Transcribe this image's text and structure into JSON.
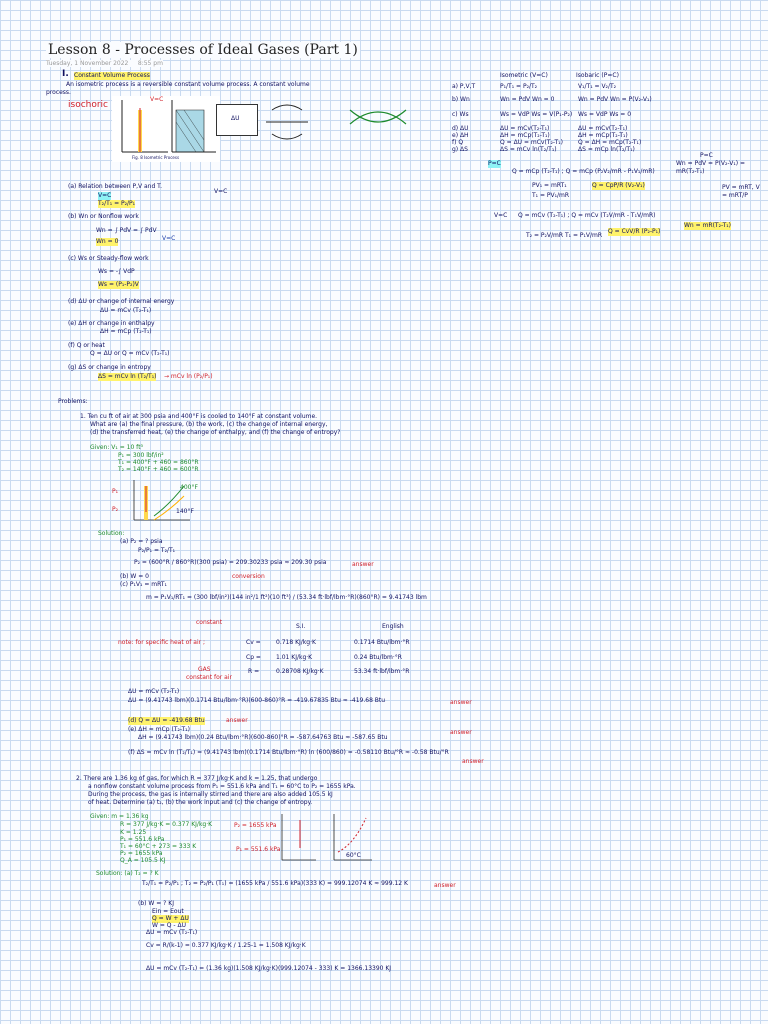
{
  "header": {
    "title": "Lesson 8 - Processes of Ideal Gases (Part 1)",
    "date": "Tuesday, 1 November 2022",
    "time": "8:55 pm"
  },
  "section": {
    "numeral": "I.",
    "heading": "Constant Volume Process",
    "intro1": "An isometric process is a reversible constant volume process. A constant volume",
    "intro2": "process.",
    "isochoric_label": "isochoric",
    "fig_caption": "Fig. 8 Isometric Process",
    "v_c": "V=C"
  },
  "relations": {
    "a_label": "(a) Relation between P,V and T.",
    "a_vc": "V=C",
    "a_vc2": "V=C",
    "a_eq": "T₂/T₁ = P₂/P₁",
    "b_label": "(b) Wn or Nonflow work",
    "b_eq": "Wn = ∫ PdV = ∫ PdV",
    "b_vc": "V=C",
    "b_res": "Wn = 0",
    "c_label": "(c) Ws or Steady-flow work",
    "c_eq": "Ws = -∫ VdP",
    "c_res": "Ws = (P₁-P₂)V",
    "d_label": "(d) ΔU or change of internal energy",
    "d_eq": "ΔU = mCv (T₂-T₁)",
    "e_label": "(e) ΔH or change in enthalpy",
    "e_eq": "ΔH = mCp (T₂-T₁)",
    "f_label": "(f) Q or heat",
    "f_eq": "Q = ΔU or Q = mCv (T₂-T₁)",
    "g_label": "(g) ΔS or change in entropy",
    "g_eq": "ΔS = mCv ln (T₂/T₁)",
    "g_alt": "→ mCv ln (P₂/P₁)"
  },
  "comparison": {
    "col1": "Isometric (V=C)",
    "col2": "Isobaric (P=C)",
    "rows": [
      {
        "label": "a) P,V,T",
        "iso": "P₁/T₁ = P₂/T₂",
        "isob": "V₁/T₁ = V₂/T₂"
      },
      {
        "label": "b) Wn",
        "iso": "Wn = PdV  Wn = 0",
        "isob": "Wn = PdV  Wn = P(V₂-V₁)"
      },
      {
        "label": "c) Ws",
        "iso": "Ws = VdP  Ws = V(P₁-P₂)",
        "isob": "Ws = VdP  Ws = 0"
      },
      {
        "label": "d) ΔU",
        "iso": "ΔU = mCv(T₂-T₁)",
        "isob": "ΔU = mCv(T₂-T₁)"
      },
      {
        "label": "e) ΔH",
        "iso": "ΔH = mCp(T₂-T₁)",
        "isob": "ΔH = mCp(T₂-T₁)"
      },
      {
        "label": "f) Q",
        "iso": "Q = ΔU = mCv(T₂-T₁)",
        "isob": "Q = ΔH = mCp(T₂-T₁)"
      },
      {
        "label": "g) ΔS",
        "iso": "ΔS = mCv ln(T₂/T₁)",
        "isob": "ΔS = mCp ln(T₂/T₁)"
      }
    ],
    "pc": "P=C",
    "pc2": "P=C",
    "q_eq": "Q = mCp (T₂-T₁) ; Q = mCp (P₂V₂/mR - P₁V₁/mR)",
    "pv": "PV₁ = mRT₁",
    "t_eq": "T₁ = PV₁/mR",
    "q_res": "Q = CpP/R (V₂-V₁)",
    "vc": "V=C",
    "q2_eq": "Q = mCv (T₂-T₁) ; Q = mCv (T₂V/mR - T₁V/mR)",
    "q2_res": "Q = CvV/R (P₂-P₁)",
    "t_vals": "T₂ = P₂V/mR   T₁ = P₁V/mR",
    "wn_eq": "Wn = PdV = P(V₂-V₁) = mR(T₂-T₁)",
    "wn_res": "Wn = mR(T₂-T₁)",
    "side_eq": "PV = mRT,  V = mRT/P"
  },
  "problems": {
    "heading": "Problems:",
    "p1": {
      "line1": "1. Ten cu ft of air at 300 psia and 400°F is cooled to 140°F at constant volume.",
      "line2": "What are (a) the final pressure, (b) the work, (c) the change of internal energy,",
      "line3": "(d) the transferred heat, (e) the change of enthalpy, and (f) the change of entropy?",
      "given": "Given: V₁ = 10 ft³",
      "g2": "P₁ = 300 lbf/in²",
      "g3": "T₁ = 400°F + 460 = 860°R",
      "g4": "T₂ = 140°F + 460 = 600°R",
      "p1_label": "P₁",
      "p2_label": "P₂",
      "t1_label": "400°F",
      "t2_label": "140°F",
      "solution": "Solution:",
      "sa": "(a) P₂ = ? psia",
      "sa2": "P₂/P₁ = T₂/T₁",
      "sa3": "P₂ = (600°R / 860°R)(300 psia) = 209.30233 psia ≈ 209.30 psia",
      "answer": "answer",
      "sb": "(b) W = 0",
      "sc": "(c) P₁V₁ = mRT₁",
      "conversion": "conversion",
      "sc2": "m = P₁V₁/RT₁ = (300 lbf/in²)(144 in²/1 ft²)(10 ft³) / (53.34 ft·lbf/lbm·°R)(860°R) = 9.41743 lbm",
      "constant": "constant",
      "si": "S.I.",
      "english": "English",
      "note": "note: for specific heat of air ;",
      "cv": "Cv =",
      "cv_si": "0.718 KJ/kg·K",
      "cv_en": "0.1714 Btu/lbm·°R",
      "cp": "Cp =",
      "cp_si": "1.01 KJ/kg·K",
      "cp_en": "0.24 Btu/lbm·°R",
      "r": "R =",
      "r_si": "0.28708 KJ/kg·K",
      "r_en": "53.34 ft·lbf/lbm·°R",
      "gas": "GAS",
      "const_air": "constant for air",
      "du1": "ΔU = mCv (T₂-T₁)",
      "du2": "ΔU = (9.41743 lbm)(0.1714 Btu/lbm·°R)(600-860)°R = -419.67835 Btu ≈ -419.68 Btu",
      "sd": "(d) Q = ΔU = -419.68 Btu",
      "se": "(e) ΔH = mCp (T₂-T₁)",
      "se2": "ΔH = (9.41743 lbm)(0.24 Btu/lbm·°R)(600-860)°R = -587.64763 Btu ≈ -587.65 Btu",
      "sf": "(f) ΔS = mCv ln (T₂/T₁) = (9.41743 lbm)(0.1714 Btu/lbm·°R) ln (600/860) = -0.58110 Btu/°R ≈ -0.58 Btu/°R"
    },
    "p2": {
      "line1": "2. There are 1.36 kg of gas, for which R = 377 J/kg·K and k = 1.25, that undergo",
      "line2": "a nonflow constant volume process from P₁ = 551.6 kPa and T₁ = 60°C to P₂ = 1655 kPa.",
      "line3": "During the process, the gas is internally stirred and there are also added 105.5 kJ",
      "line4": "of heat. Determine (a) t₂, (b) the work input and (c) the change of entropy.",
      "given": "Given: m = 1.36 kg",
      "g2": "R = 377 J/kg·K = 0.377 KJ/kg·K",
      "g3": "K = 1.25",
      "g4": "P₁ = 551.6 kPa",
      "g5": "T₁ = 60°C + 273 = 333 K",
      "g6": "P₂ = 1655 kPa",
      "g7": "Q_A = 105.5 KJ",
      "p2_label": "P₂ = 1655 kPa",
      "p1_label": "P₁ = 551.6 kPa",
      "t_label": "60°C",
      "sol": "Solution: (a) T₂ = ? K",
      "sa2": "T₂/T₁ = P₂/P₁ ;  T₂ = P₂/P₁ (T₁) = (1655 kPa / 551.6 kPa)(333 K) = 999.12074 K ≈ 999.12 K",
      "answer": "answer",
      "sb": "(b) W = ? KJ",
      "sb_ein": "Ein = Eout",
      "sb2": "Q = W + ΔU",
      "sb3": "W = Q - ΔU",
      "sb4": "ΔU = mCv (T₂-T₁)",
      "sb5": "Cv = R/(k-1) = 0.377 KJ/kg·K / 1.25-1 = 1.508 KJ/kg·K",
      "sb6": "ΔU = mCv (T₂-T₁) = (1.36 kg)(1.508 KJ/kg·K)(999.12074 - 333) K = 1366.13390 KJ"
    }
  }
}
